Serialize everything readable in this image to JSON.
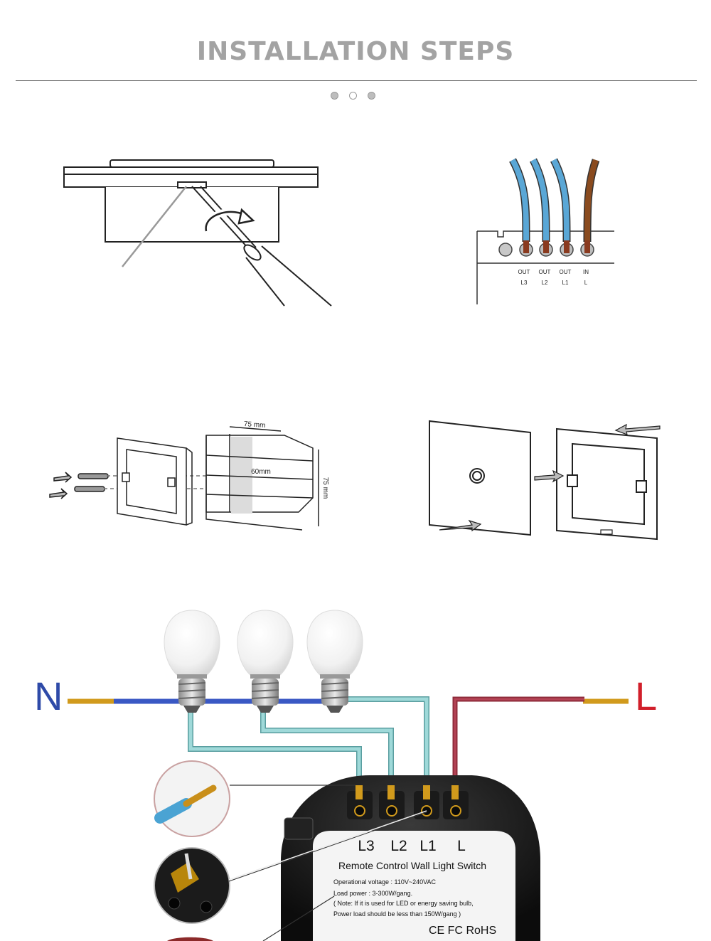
{
  "header": {
    "title": "INSTALLATION STEPS"
  },
  "pager": {
    "count": 3,
    "active": 0
  },
  "terminals": {
    "top": [
      "OUT",
      "OUT",
      "OUT",
      "IN"
    ],
    "bottom": [
      "L3",
      "L2",
      "L1",
      "L"
    ]
  },
  "dimensions": {
    "width": "75 mm",
    "depth": "60mm",
    "height": "75 mm"
  },
  "wiring": {
    "neutral": "N",
    "live": "L",
    "module_terminals": [
      "L3",
      "L2",
      "L1",
      "L"
    ],
    "label_title": "Remote Control Wall Light Switch",
    "label_lines": [
      "Operational voltage : 110V~240VAC",
      "Load power : 3-300W/gang.",
      "( Note: If it is used for LED or energy saving bulb,",
      "Power load should be less than 150W/gang )"
    ],
    "certifications": "CE FC RoHS"
  },
  "colors": {
    "title": "#a3a3a3",
    "neutral_wire": "#3a58c4",
    "live_wire": "#c0392b",
    "load_wire": "#8fcfd0",
    "copper": "#d19a1c",
    "blue_wire": "#5aa7d6",
    "brown_wire": "#8a4b1f"
  }
}
